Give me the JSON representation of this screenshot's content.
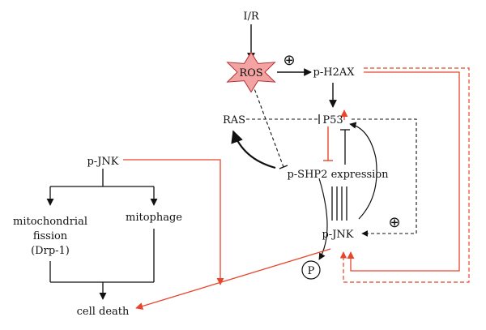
{
  "nodes": {
    "ir": "I/R",
    "ros": "ROS",
    "ph2ax": "p-H2AX",
    "ras": "RAS",
    "p53": "P53",
    "pshp2": "p-SHP2 expression",
    "pjnk_right": "p-JNK",
    "pjnk_left": "p-JNK",
    "mito_fission_line1": "mitochondrial",
    "mito_fission_line2": "fission",
    "mito_fission_line3": "(Drp-1)",
    "mitophage": "mitophage",
    "cell_death": "cell death",
    "phospho": "P"
  },
  "symbols": {
    "plus_top": "⊕",
    "plus_right": "⊕"
  },
  "colors": {
    "ros_fill": "#f4a3a3",
    "ros_stroke": "#b03030",
    "red": "#e8452c",
    "black": "#111111"
  }
}
